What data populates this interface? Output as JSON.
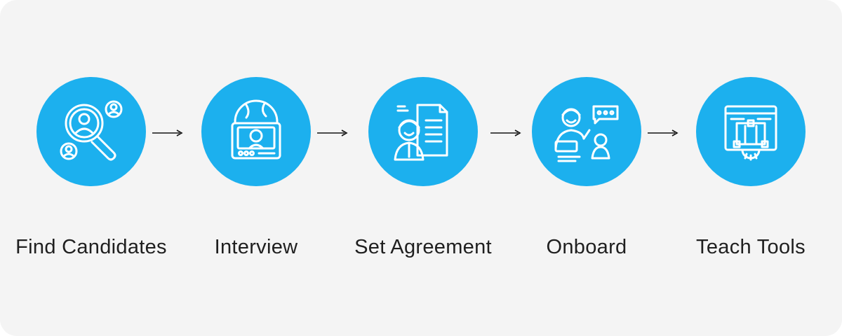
{
  "colors": {
    "panel_background": "#f4f4f4",
    "step_circle": "#1cb0ee",
    "icon_stroke": "#ffffff",
    "label_text": "#1f1f1f",
    "arrow": "#111111"
  },
  "steps": [
    {
      "label": "Find Candidates",
      "icon": "search-candidates-icon"
    },
    {
      "label": "Interview",
      "icon": "video-interview-icon"
    },
    {
      "label": "Set Agreement",
      "icon": "agreement-document-icon"
    },
    {
      "label": "Onboard",
      "icon": "onboarding-conversation-icon"
    },
    {
      "label": "Teach Tools",
      "icon": "tool-blueprint-icon"
    }
  ]
}
